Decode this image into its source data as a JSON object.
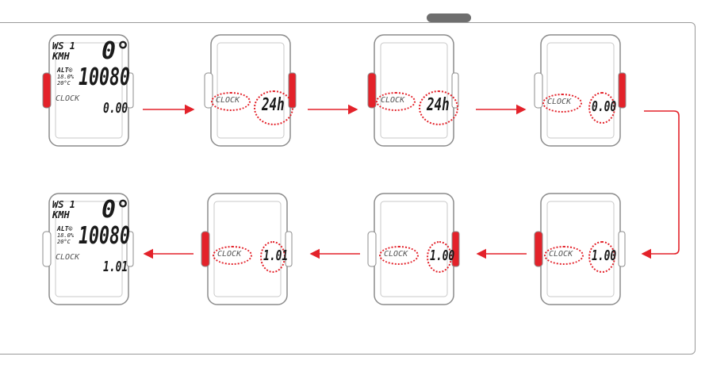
{
  "colors": {
    "accent_red": "#e3222a",
    "outline": "#8c8c8c",
    "lcd_text": "#1a1a1a"
  },
  "top_row": [
    {
      "id": "s1",
      "mode": "full",
      "line1": "WS 1",
      "line2": "KMH",
      "big_top": "0°",
      "small_a": "ALT©",
      "small_b": "18.0%",
      "small_c": "20°C",
      "main": "10080",
      "label": "CLOCK",
      "value": "0.00"
    },
    {
      "id": "s2",
      "mode": "edit",
      "label": "CLOCK",
      "value": "24h"
    },
    {
      "id": "s3",
      "mode": "edit",
      "label": "CLOCK",
      "value": "24h"
    },
    {
      "id": "s4",
      "mode": "edit",
      "label": "CLOCK",
      "value": "0.00"
    }
  ],
  "bottom_row": [
    {
      "id": "s8",
      "mode": "full",
      "line1": "WS 1",
      "line2": "KMH",
      "big_top": "0°",
      "small_a": "ALT©",
      "small_b": "18.0%",
      "small_c": "20°C",
      "main": "10080",
      "label": "CLOCK",
      "value": "1.01"
    },
    {
      "id": "s7",
      "mode": "edit",
      "label": "CLOCK",
      "value": "1.01"
    },
    {
      "id": "s6",
      "mode": "edit",
      "label": "CLOCK",
      "value": "1.00"
    },
    {
      "id": "s5",
      "mode": "edit",
      "label": "CLOCK",
      "value": "1.00"
    }
  ]
}
